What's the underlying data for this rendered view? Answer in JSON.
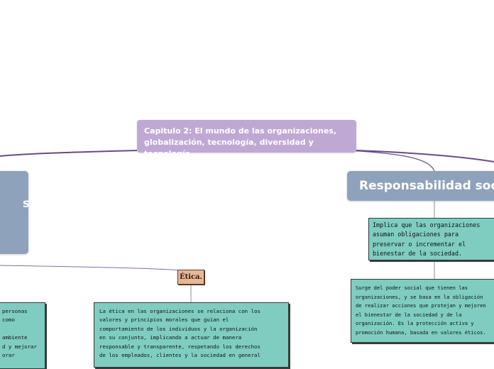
{
  "central_topic": {
    "text": "Capitulo 2: El mundo de las organizaciones, globalización, tecnología, diversidad y tecnología."
  },
  "main_topics": [
    {
      "id": "left",
      "text": "s"
    },
    {
      "id": "right",
      "text": "Responsabilidad social"
    }
  ],
  "subtopics": {
    "etica": "Ética."
  },
  "notes": {
    "responsabilidad_1": "Implica que las organizaciones\nasuman obligaciones para\npreservar o incrementar el\nbienestar de la sociedad.",
    "responsabilidad_2": "Surge del poder social que tienen las\norganizaciones, y se basa en la obligación\nde realizar acciones que protejan y mejoren\nel bienestar de la sociedad y de la\norganización. Es la protección activa y\npromoción humana, basada en valores éticos.",
    "etica": "La ética en las organizaciones se relaciona con los\nvalores y principios morales que guían el\ncomportamiento de los individuos y la organización\nen su conjunto, implicando a  actuar de manera\nresponsable y transparente, respetando los derechos\nde los empleados, clientes y la sociedad en general",
    "left_partial": [
      "personas",
      "como",
      "",
      "ambiente",
      "d y mejorar",
      "orar"
    ]
  },
  "colors": {
    "central": "#c0a8d4",
    "main_topic": "#8fa2bb",
    "note": "#7ecdc0",
    "subtopic": "#e8b896",
    "connector": "#6a4a8c"
  }
}
